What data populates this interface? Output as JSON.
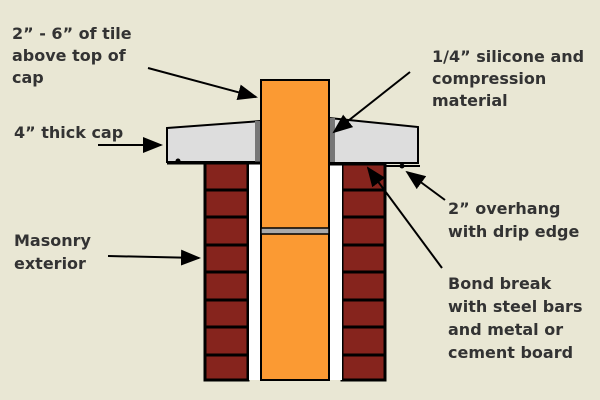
{
  "labels": {
    "tile_height": [
      "2” - 6” of tile",
      "above top of",
      "cap"
    ],
    "silicone": [
      "1/4” silicone and",
      "compression",
      "material"
    ],
    "cap": [
      "4” thick cap"
    ],
    "overhang": [
      "2” overhang",
      "with drip edge"
    ],
    "masonry": [
      "Masonry",
      "exterior"
    ],
    "bond_break": [
      "Bond break",
      "with steel bars",
      "and metal or",
      "cement board"
    ]
  },
  "colors": {
    "background": "#e9e7d4",
    "tile": "#fb9a33",
    "brick": "#86241d",
    "cap": "#dddddd",
    "text": "#333333"
  }
}
